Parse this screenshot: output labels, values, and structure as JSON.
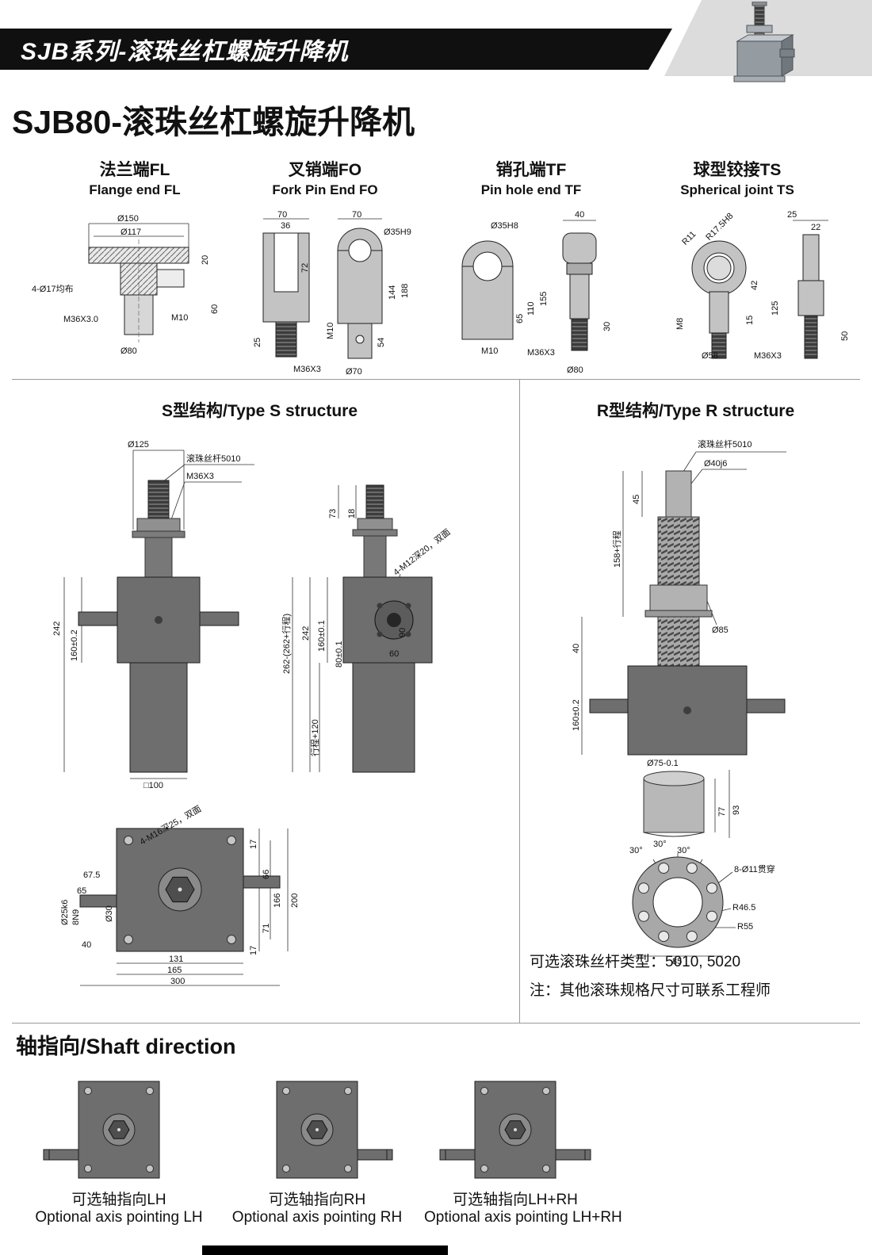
{
  "colors": {
    "banner_bg": "#101010",
    "body_gray": "#6e6e6e",
    "wedge_gray": "#dcdcdc"
  },
  "banner": {
    "series_title": "SJB系列-滚珠丝杠螺旋升降机"
  },
  "page_title": "SJB80-滚珠丝杠螺旋升降机",
  "end_types": {
    "fl": {
      "zh": "法兰端FL",
      "en": "Flange end FL",
      "dims": [
        "Ø150",
        "Ø117",
        "20",
        "60",
        "4-Ø17均布",
        "M36X3.0",
        "M10",
        "Ø80"
      ]
    },
    "fo": {
      "zh": "叉销端FO",
      "en": "Fork Pin End FO",
      "dims": [
        "70",
        "36",
        "70",
        "Ø35H9",
        "72",
        "144",
        "188",
        "M10",
        "54",
        "25",
        "M36X3",
        "Ø70"
      ]
    },
    "tf": {
      "zh": "销孔端TF",
      "en": "Pin hole end TF",
      "dims": [
        "Ø35H8",
        "40",
        "155",
        "110",
        "65",
        "30",
        "M10",
        "M36X3",
        "Ø80"
      ]
    },
    "ts": {
      "zh": "球型铰接TS",
      "en": "Spherical joint TS",
      "dims": [
        "R11",
        "R17.5H8",
        "25",
        "22",
        "42",
        "125",
        "15",
        "M8",
        "Ø58",
        "M36X3",
        "50"
      ]
    }
  },
  "type_s": {
    "title": "S型结构/Type S structure",
    "front": [
      "Ø125",
      "滚珠丝杆5010",
      "M36X3",
      "242",
      "160±0.2",
      "□100"
    ],
    "side": [
      "73",
      "18",
      "4-M12深20，双面",
      "262-(262+行程)",
      "242",
      "160±0.1",
      "80±0.1",
      "行程+120",
      "90",
      "60"
    ],
    "bottom": [
      "4-M16深25，双面",
      "17",
      "66",
      "166",
      "200",
      "71",
      "17",
      "67.5",
      "65",
      "Ø25k6",
      "8N9",
      "Ø30",
      "40",
      "131",
      "165",
      "300"
    ]
  },
  "type_r": {
    "title": "R型结构/Type R structure",
    "main": [
      "滚珠丝杆5010",
      "Ø40j6",
      "45",
      "158+行程",
      "40",
      "160±0.2",
      "Ø85"
    ],
    "cylinder": [
      "Ø75-0.1",
      "77",
      "93"
    ],
    "flange": [
      "30°",
      "30°",
      "30°",
      "8-Ø11贯穿",
      "R46.5",
      "R55",
      "85"
    ],
    "notes": [
      "可选滚珠丝杆类型：5010, 5020",
      "注：其他滚珠规格尺寸可联系工程师"
    ]
  },
  "shaft_direction": {
    "title": "轴指向/Shaft direction",
    "options": [
      {
        "zh": "可选轴指向LH",
        "en": "Optional axis pointing LH"
      },
      {
        "zh": "可选轴指向RH",
        "en": "Optional axis pointing RH"
      },
      {
        "zh": "可选轴指向LH+RH",
        "en": "Optional axis pointing LH+RH"
      }
    ]
  }
}
